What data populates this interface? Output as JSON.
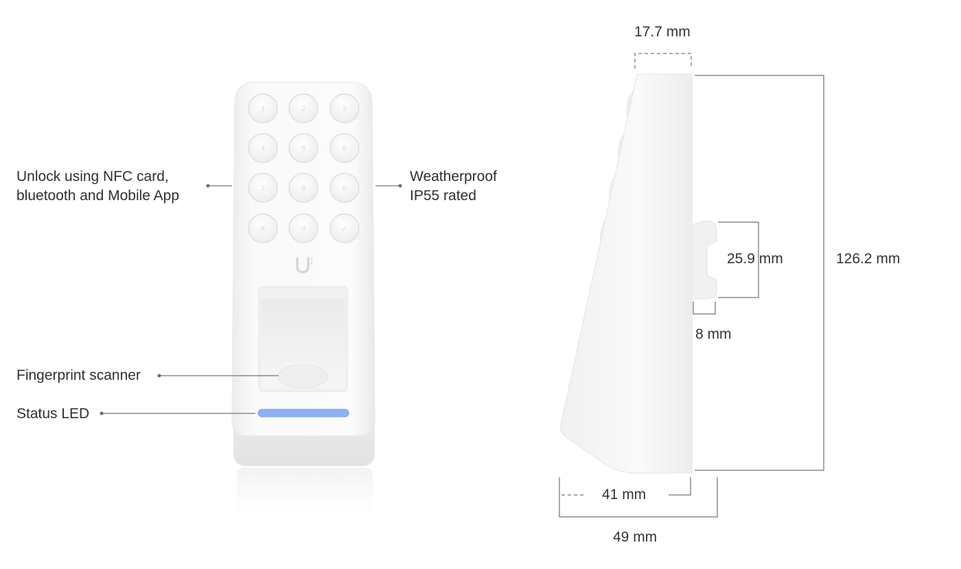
{
  "callouts": {
    "unlock": [
      "Unlock using NFC card,",
      "bluetooth and Mobile App"
    ],
    "weather": [
      "Weatherproof",
      "IP55 rated"
    ],
    "fingerprint": "Fingerprint scanner",
    "status_led": "Status LED"
  },
  "keypad": {
    "keys": [
      "1",
      "2",
      "3",
      "4",
      "5",
      "6",
      "7",
      "8",
      "9",
      "✕",
      "0",
      "✓"
    ]
  },
  "dimensions": {
    "depth_top": "17.7 mm",
    "bracket_height": "25.9 mm",
    "height": "126.2 mm",
    "bracket_depth": "8 mm",
    "base_inner": "41 mm",
    "base_outer": "49 mm"
  },
  "colors": {
    "device_body": "#f7f7f7",
    "device_shadow": "#e6e6e6",
    "led": "#8fb0f5",
    "dimension_line": "#8a8a8a",
    "leader_line": "#8a8a8a",
    "text": "#2e2e2e"
  }
}
